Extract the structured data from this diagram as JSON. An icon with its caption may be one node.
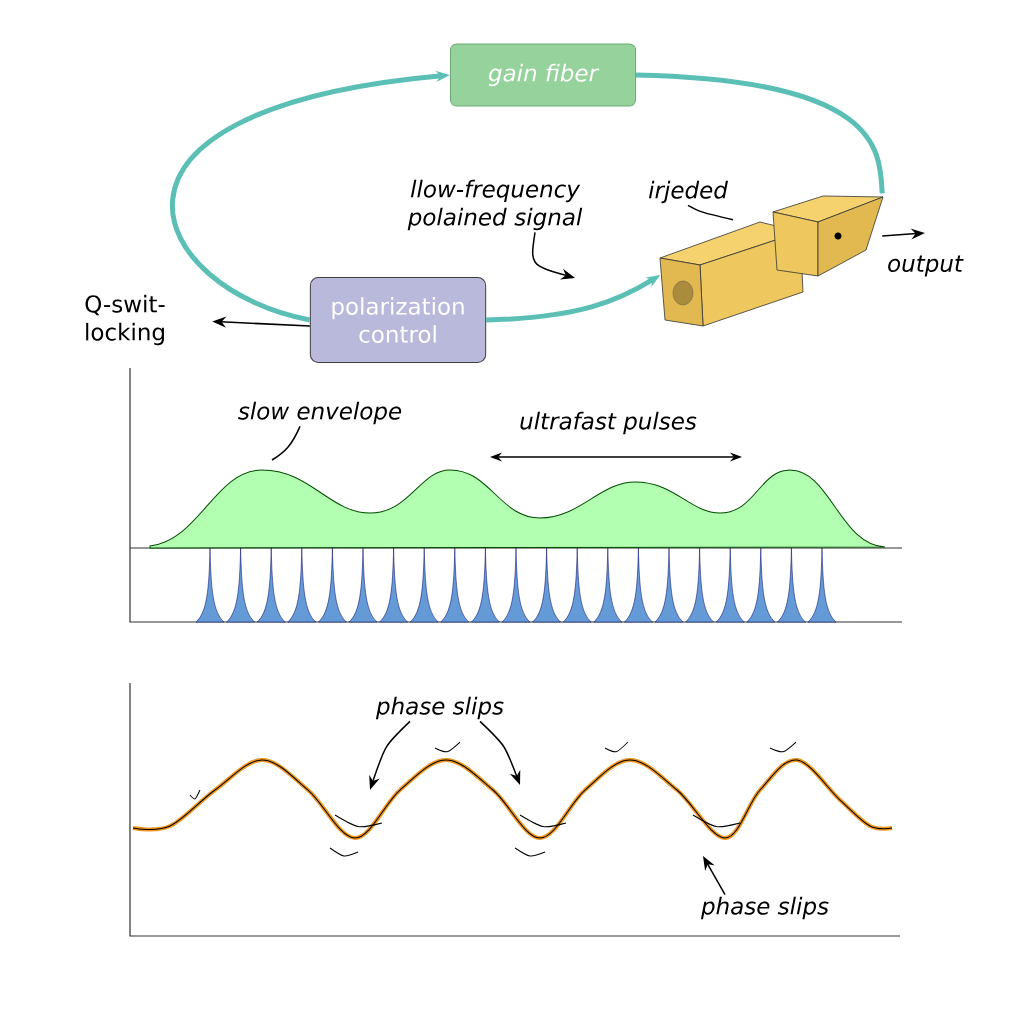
{
  "diagram": {
    "nodes": [
      {
        "text": [
          "gain fiber"
        ]
      },
      {
        "text": [
          "polarization control"
        ]
      },
      {
        "text": [],
        "shape": "box"
      },
      {
        "text": [],
        "shape": "box"
      },
      {
        "text": [
          "Q-swit- locking"
        ]
      },
      {
        "text": [
          "llow-frequency polained signal"
        ]
      },
      {
        "text": [
          "irjeded"
        ]
      },
      {
        "text": [
          "slow envelope"
        ]
      },
      {
        "text": [
          "phase slips"
        ]
      },
      {
        "text": [
          "phase slips"
        ]
      }
    ],
    "edges": [
      {
        "from": 1,
        "to": 0,
        "arrow": "to",
        "style": "thick",
        "color": "#5bbfb5"
      },
      {
        "from": 0,
        "to": 3,
        "arrow": "none",
        "style": "thick",
        "color": "#5bbfb5"
      },
      {
        "from": 1,
        "to": 2,
        "arrow": "to",
        "style": "thick",
        "color": "#5bbfb5"
      },
      {
        "from": 1,
        "to": 4,
        "arrow": "to"
      },
      {
        "from": 3,
        "to": null,
        "arrow": "to"
      },
      {
        "from": 5,
        "to": null,
        "arrow": "to"
      },
      {
        "from": 6,
        "to": 2,
        "arrow": "none"
      },
      {
        "from": 7,
        "to": null,
        "arrow": "none"
      },
      {
        "from": 8,
        "to": null,
        "arrow": "to"
      },
      {
        "from": 8,
        "to": null,
        "arrow": "to"
      },
      {
        "from": 9,
        "to": null,
        "arrow": "to"
      }
    ],
    "labels": [
      "output",
      "ultrafast pulses"
    ]
  }
}
